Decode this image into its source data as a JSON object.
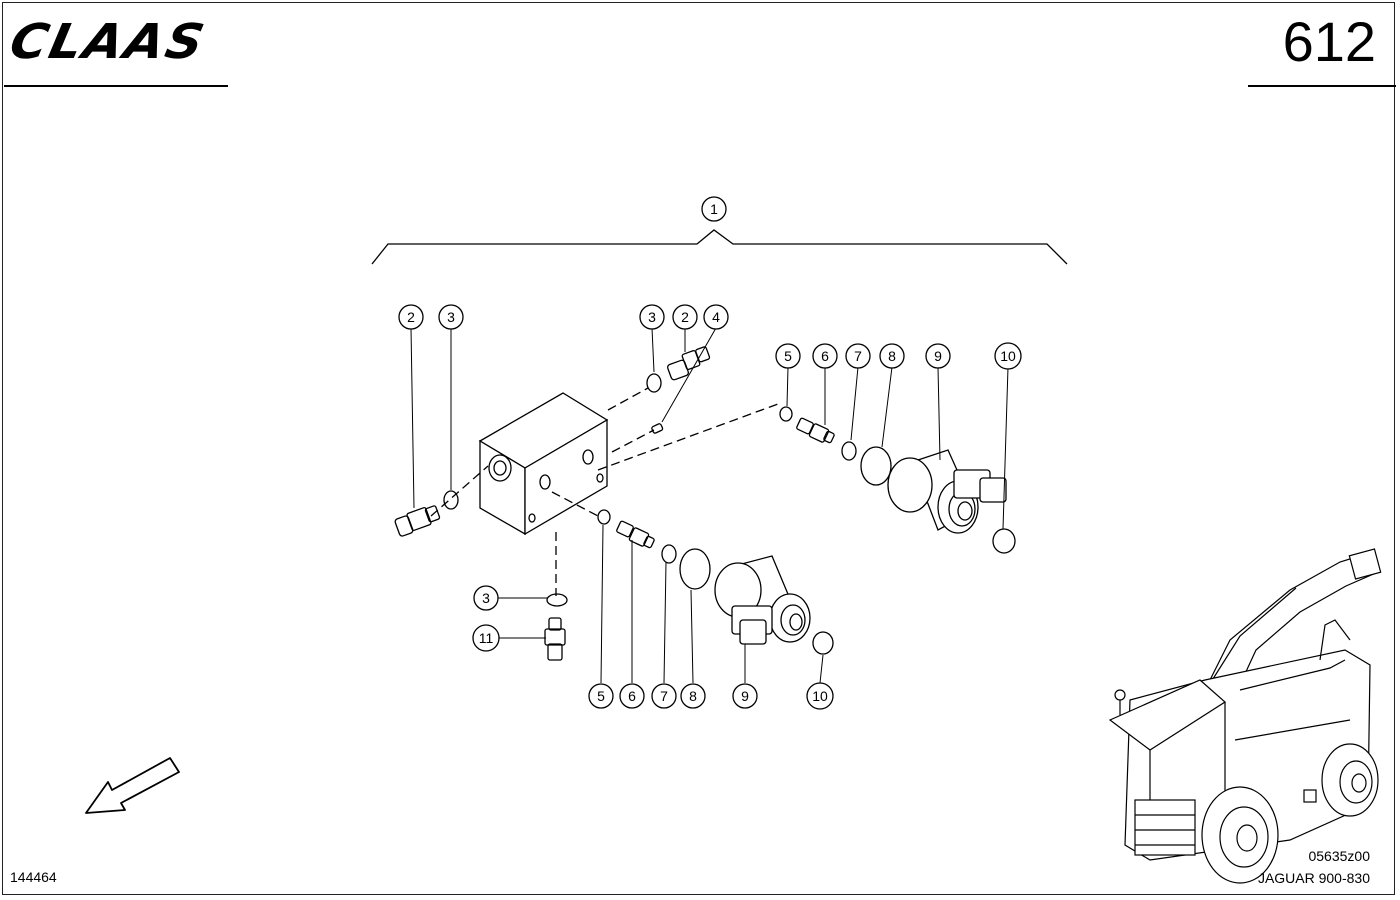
{
  "header": {
    "brand": "CLAAS",
    "page_number": "612"
  },
  "footer": {
    "sheet_code": "144464",
    "drawing_code": "05635z00",
    "model": "JAGUAR 900-830"
  },
  "callouts": {
    "assembly": "1",
    "fitting_left": "2",
    "oring_left": "3",
    "oring_top": "3",
    "fitting_top": "2",
    "plug": "4",
    "washer_upper": "5",
    "adapter_upper": "6",
    "oring7_upper": "7",
    "oring8_upper": "8",
    "solenoid_upper": "9",
    "oring10_upper": "10",
    "oring_bottom": "3",
    "fitting_bottom": "11",
    "washer_lower": "5",
    "adapter_lower": "6",
    "oring7_lower": "7",
    "oring8_lower": "8",
    "solenoid_lower": "9",
    "oring10_lower": "10"
  }
}
